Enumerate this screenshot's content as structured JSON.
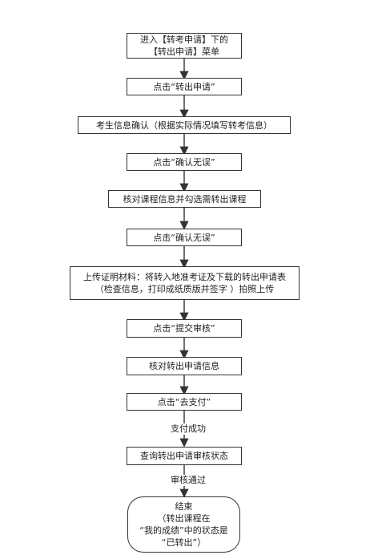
{
  "steps": [
    {
      "lines": [
        "进入【转考申请】下的",
        "【转出申请】菜单"
      ]
    },
    {
      "lines": [
        "点击“转出申请”"
      ]
    },
    {
      "lines": [
        "考生信息确认（根据实际情况填写转考信息）"
      ]
    },
    {
      "lines": [
        "点击“确认无误”"
      ]
    },
    {
      "lines": [
        "核对课程信息并勾选需转出课程"
      ]
    },
    {
      "lines": [
        "点击“确认无误”"
      ]
    },
    {
      "lines": [
        "上传证明材料：将转入地准考证及下载的转出申请表",
        "（检查信息，打印成纸质版并签字 ）拍照上传"
      ]
    },
    {
      "lines": [
        "点击“提交审核”"
      ]
    },
    {
      "lines": [
        "核对转出申请信息"
      ]
    },
    {
      "lines": [
        "点击“去支付”"
      ]
    },
    {
      "lines": [
        "查询转出申请审核状态"
      ]
    },
    {
      "lines": [
        "结束",
        "（转出课程在",
        "“我的成绩”中的状态是",
        "“已转出”）"
      ]
    }
  ],
  "edge_labels": [
    "支付成功",
    "审核通过"
  ]
}
